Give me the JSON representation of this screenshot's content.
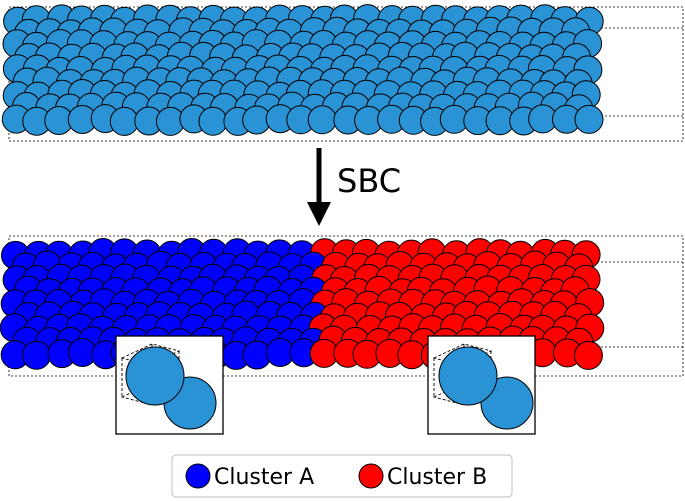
{
  "arrow": {
    "label": "SBC"
  },
  "legend": {
    "items": [
      {
        "label": "Cluster A",
        "color": "#0000ff"
      },
      {
        "label": "Cluster B",
        "color": "#ff0000"
      }
    ]
  },
  "colors": {
    "unclassified_atom": "#2a93d5",
    "cluster_a": "#0000ff",
    "cluster_b": "#ff0000",
    "inset_atom": "#2a93d5"
  }
}
